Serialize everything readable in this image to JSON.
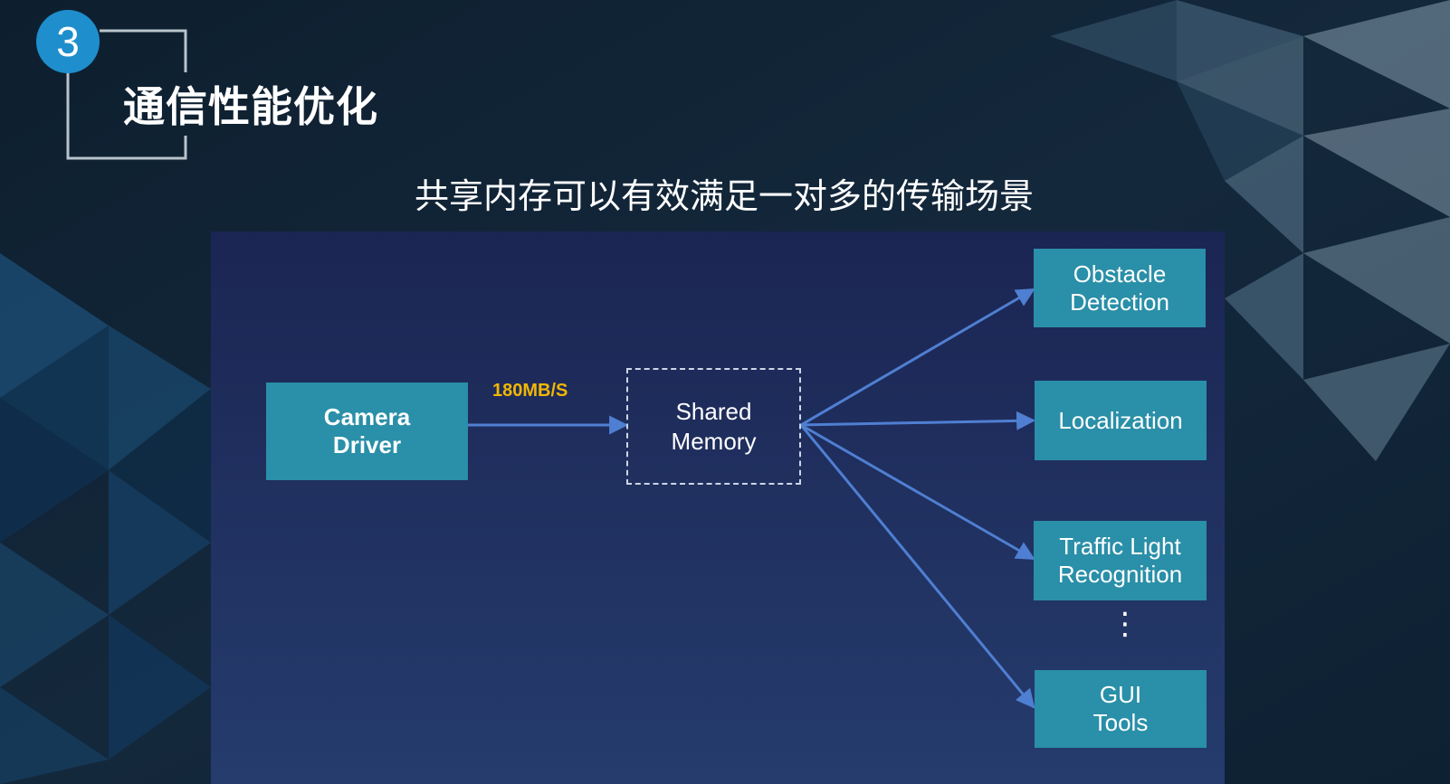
{
  "section": {
    "number": "3",
    "title": "通信性能优化"
  },
  "subtitle": "共享内存可以有效满足一对多的传输场景",
  "diagram": {
    "source": {
      "line1": "Camera",
      "line2": "Driver"
    },
    "rate_label": "180MB/S",
    "hub": {
      "line1": "Shared",
      "line2": "Memory"
    },
    "consumers": [
      {
        "line1": "Obstacle",
        "line2": "Detection"
      },
      {
        "line1": "Localization"
      },
      {
        "line1": "Traffic Light",
        "line2": "Recognition"
      },
      {
        "line1": "GUI",
        "line2": "Tools"
      }
    ],
    "ellipsis": "⋮"
  },
  "colors": {
    "background": "#0f2232",
    "panel": "#1f2f5e",
    "node_fill": "#2a8fa8",
    "arrow": "#4f7fd2",
    "rate_label": "#f2b705",
    "badge": "#1e8ecd"
  }
}
